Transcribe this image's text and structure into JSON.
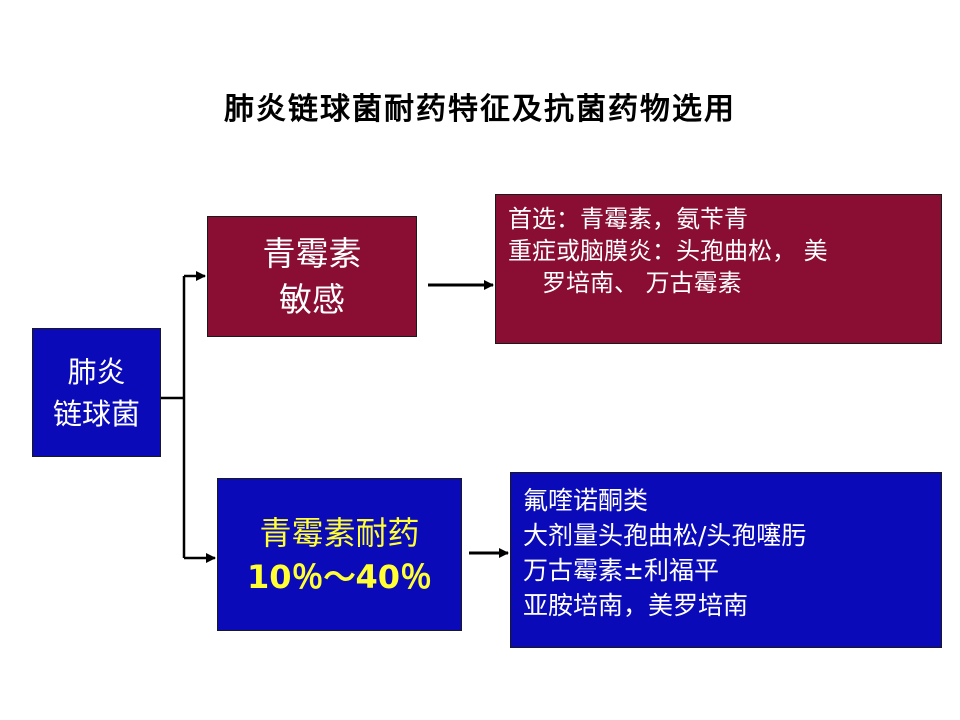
{
  "title": "肺炎链球菌耐药特征及抗菌药物选用",
  "root": {
    "line1": "肺炎",
    "line2": "链球菌"
  },
  "sensitive": {
    "line1": "青霉素",
    "line2": "敏感"
  },
  "resistant": {
    "line1": "青霉素耐药",
    "line2": "10％～40％"
  },
  "sensitive_treatment": {
    "line1": "首选：青霉素，氨苄青",
    "line2": "重症或脑膜炎：头孢曲松， 美",
    "line3": "罗培南、 万古霉素"
  },
  "resistant_treatment": {
    "line1": "氟喹诺酮类",
    "line2": "大剂量头孢曲松/头孢噻肟",
    "line3": "万古霉素±利福平",
    "line4": "亚胺培南，美罗培南"
  },
  "colors": {
    "wine": "#8a0d33",
    "blue": "#0a0ab8",
    "highlight": "#ffff33",
    "line": "#000000"
  }
}
